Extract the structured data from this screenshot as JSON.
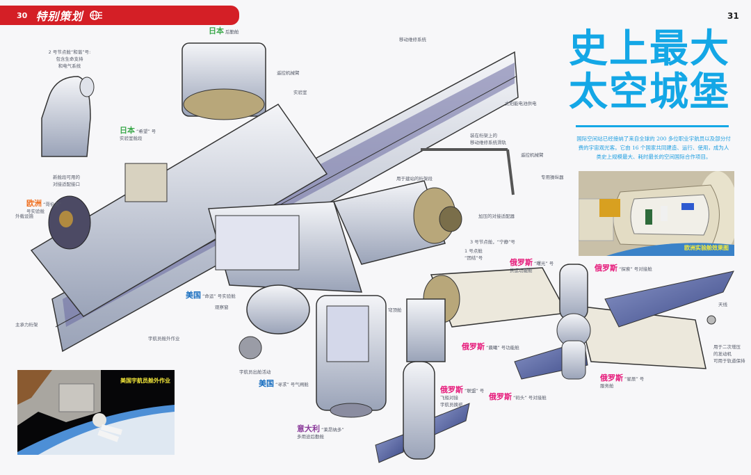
{
  "header": {
    "page_left": "30",
    "section_title": "特别策划",
    "page_right": "31"
  },
  "headline": {
    "line1": "史上最大",
    "line2": "太空城堡"
  },
  "intro": "国际空间站已经接纳了来自全球的 200 多位职业宇航员以及部分付费的宇宙观光客。它由 16 个国家共同建造、运行、使用，成为人类史上规模最大、耗时最长的空间国际合作项目。",
  "photos": {
    "columbus_caption": "欧洲实验舱效果图",
    "eva_caption": "美国宇航员舱外作业"
  },
  "colors": {
    "brand_red": "#d41f26",
    "headline_blue": "#14a7e6",
    "japan_green": "#3aa84a",
    "europe_orange": "#f07020",
    "usa_blue": "#1a6fc0",
    "russia_pink": "#e6197a",
    "italy_purple": "#8a3a9a",
    "leader_red": "#e03040"
  },
  "labels": [
    {
      "id": "node2",
      "country": "",
      "lines": [
        "2 号节点舱“和谐”号:",
        "包含生命支持",
        "和电气系统"
      ]
    },
    {
      "id": "jp-logistics",
      "country": "日本",
      "country_color": "japan",
      "lines": [
        "后勤舱"
      ]
    },
    {
      "id": "remote-arm-1",
      "country": "",
      "lines": [
        "遥控机械臂"
      ]
    },
    {
      "id": "lab",
      "country": "",
      "lines": [
        "实验室"
      ]
    },
    {
      "id": "mobile-system",
      "country": "",
      "lines": [
        "移动维修系统"
      ]
    },
    {
      "id": "solar",
      "country": "",
      "lines": [
        "太阳能电池供电"
      ]
    },
    {
      "id": "rail",
      "country": "",
      "lines": [
        "装在桁架上的",
        "移动维修系统滑轨"
      ]
    },
    {
      "id": "remote-arm-2",
      "country": "",
      "lines": [
        "遥控机械臂"
      ]
    },
    {
      "id": "dextre",
      "country": "",
      "lines": [
        "专用操纵器"
      ]
    },
    {
      "id": "truss-seg",
      "country": "",
      "lines": [
        "用于建站的桁架段"
      ]
    },
    {
      "id": "pma",
      "country": "",
      "lines": [
        "加压的对接适配器"
      ]
    },
    {
      "id": "node3",
      "country": "",
      "lines": [
        "3 号节点舱，“宁静”号"
      ]
    },
    {
      "id": "node1",
      "country": "",
      "lines": [
        "1 号点舱",
        "“团结”号"
      ]
    },
    {
      "id": "jp-kibo",
      "country": "日本",
      "country_color": "japan",
      "lines": [
        "“希望” 号",
        "实验室舱段"
      ]
    },
    {
      "id": "new-adapter",
      "country": "",
      "lines": [
        "新舱段可用的",
        "对接适配接口"
      ]
    },
    {
      "id": "eu-columbus",
      "country": "欧洲",
      "country_color": "europe",
      "lines": [
        "“哥伦布”",
        "号实验舱"
      ]
    },
    {
      "id": "external",
      "country": "",
      "lines": [
        "外载设施"
      ]
    },
    {
      "id": "main-truss",
      "country": "",
      "lines": [
        "主承力桁架"
      ]
    },
    {
      "id": "eva",
      "country": "",
      "lines": [
        "宇航员舱外作业"
      ]
    },
    {
      "id": "us-destiny",
      "country": "美国",
      "country_color": "usa",
      "lines": [
        "“命运” 号实验舱"
      ]
    },
    {
      "id": "window",
      "country": "",
      "lines": [
        "观察窗"
      ]
    },
    {
      "id": "eva-activity",
      "country": "",
      "lines": [
        "宇航员出舱活动"
      ]
    },
    {
      "id": "us-quest",
      "country": "美国",
      "country_color": "usa",
      "lines": [
        "“寻求” 号气闸舱"
      ]
    },
    {
      "id": "it-leonardo",
      "country": "意大利",
      "country_color": "italy",
      "lines": [
        "“莱昂纳多”",
        "多用途后勤舱"
      ]
    },
    {
      "id": "cupola",
      "country": "",
      "lines": [
        "穹顶舱"
      ]
    },
    {
      "id": "ru-rassvet",
      "country": "俄罗斯",
      "country_color": "russia",
      "lines": [
        "“曙光” 号",
        "货运功能舱"
      ]
    },
    {
      "id": "ru-poisk",
      "country": "俄罗斯",
      "country_color": "russia",
      "lines": [
        "“探索” 号对接舱"
      ]
    },
    {
      "id": "ru-zarya",
      "country": "俄罗斯",
      "country_color": "russia",
      "lines": [
        "“晨曦” 号功能舱"
      ]
    },
    {
      "id": "antenna",
      "country": "",
      "lines": [
        "天线"
      ]
    },
    {
      "id": "engine",
      "country": "",
      "lines": [
        "用于二次增压",
        "的发动机",
        "可用于轨道保持"
      ]
    },
    {
      "id": "ru-zvezda",
      "country": "俄罗斯",
      "country_color": "russia",
      "lines": [
        "“星辰” 号",
        "服务舱"
      ]
    },
    {
      "id": "ru-soyuz",
      "country": "俄罗斯",
      "country_color": "russia",
      "lines": [
        "“联盟” 号",
        "飞船对接",
        "宇航员换班"
      ]
    },
    {
      "id": "ru-pirs",
      "country": "俄罗斯",
      "country_color": "russia",
      "lines": [
        "“码头” 号对接舱"
      ]
    }
  ]
}
